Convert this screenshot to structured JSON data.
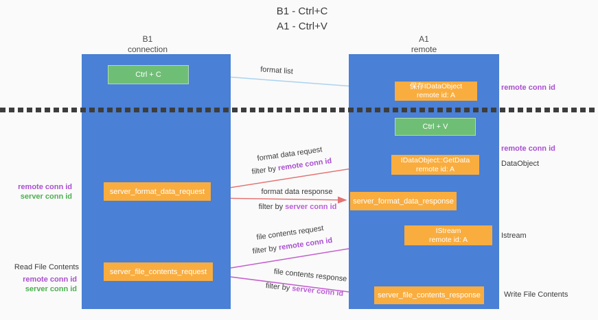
{
  "title": {
    "line1": "B1 - Ctrl+C",
    "line2": "A1 - Ctrl+V"
  },
  "colors": {
    "bg": "#fafafa",
    "blue": "#4a80d5",
    "green": "#6fbe76",
    "orange": "#f9ad3f",
    "salmon": "#e57373",
    "orchid": "#c45cce",
    "purple": "#a94fd0",
    "orchid-label": "#bb5ed8",
    "green-label": "#4caf50",
    "lightblue": "#a9d2ef",
    "black-arrow": "#383838"
  },
  "left_column": {
    "header_line1": "B1",
    "header_line2": "connection"
  },
  "right_column": {
    "header_line1": "A1",
    "header_line2": "remote"
  },
  "boxes": {
    "ctrl_c": "Ctrl + C",
    "ctrl_v": "Ctrl + V",
    "save_dataobject": {
      "line1": "保存IDataObject",
      "line2": "remote id: A"
    },
    "getdata": {
      "line1": "IDataObject::GetData",
      "line2": "remote id: A"
    },
    "istream": {
      "line1": "IStream",
      "line2": "remote id: A"
    },
    "format_request": "server_format_data_request",
    "format_response": "server_format_data_response",
    "file_request": "server_file_contents_request",
    "file_response": "server_file_contents_response"
  },
  "arrow_labels": {
    "format_list": "format list",
    "format_request_line": "format data request",
    "format_request_prefix": "filter by",
    "format_request_conn": "remote conn id",
    "format_response_line": "format data response",
    "format_response_prefix": "filter by",
    "format_response_conn": "server conn id",
    "file_request_line": "file contents request",
    "file_request_prefix": "filter by",
    "file_request_conn": "remote conn id",
    "file_response_line": "file contents response",
    "file_response_prefix": "filter by",
    "file_response_conn": "server conn id"
  },
  "side_labels": {
    "right_remote_1": "remote conn id",
    "right_remote_2": "remote conn id",
    "dataobject": "DataObject",
    "istream": "Istream",
    "write_file": "Write File Contents",
    "left_remote_1": "remote conn id",
    "left_server_1": "server conn id",
    "read_file": "Read File Contents",
    "left_remote_2": "remote conn id",
    "left_server_2": "server conn id"
  }
}
